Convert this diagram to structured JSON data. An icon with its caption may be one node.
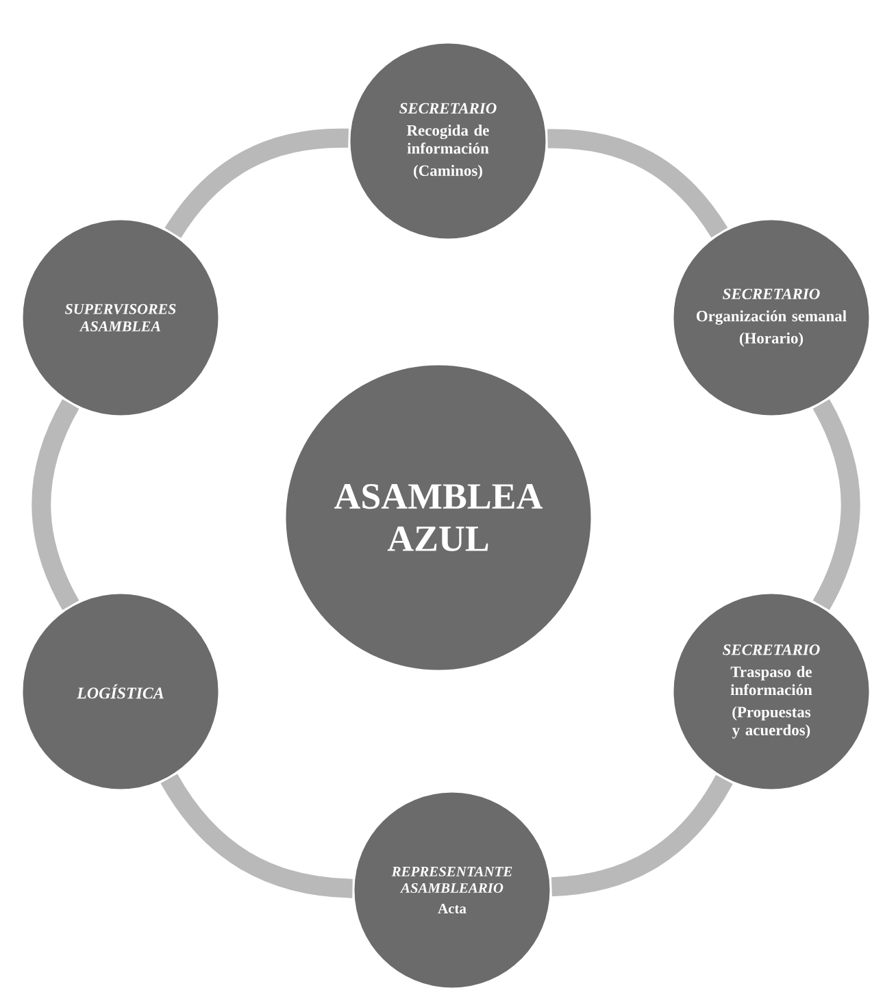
{
  "diagram": {
    "nodes": [
      {
        "text": [
          "SECRETARIO",
          "Recogida de información",
          "(Caminos)"
        ]
      },
      {
        "text": [
          "SECRETARIO",
          "Organización semanal",
          "(Horario)"
        ]
      },
      {
        "text": [
          "SECRETARIO",
          "Traspaso de información",
          "(Propuestas y acuerdos)"
        ]
      },
      {
        "text": [
          "REPRESENTANTE ASAMBLEARIO",
          "Acta"
        ]
      },
      {
        "text": [
          "LOGÍSTICA"
        ]
      },
      {
        "text": [
          "SUPERVISORES ASAMBLEA"
        ]
      },
      {
        "text": [
          "ASAMBLEA AZUL"
        ]
      }
    ],
    "edges": [
      {
        "from": 0,
        "to": 1,
        "arrow": "none"
      },
      {
        "from": 1,
        "to": 2,
        "arrow": "none"
      },
      {
        "from": 2,
        "to": 3,
        "arrow": "none"
      },
      {
        "from": 3,
        "to": 4,
        "arrow": "none"
      },
      {
        "from": 4,
        "to": 5,
        "arrow": "none"
      },
      {
        "from": 5,
        "to": 0,
        "arrow": "none"
      }
    ]
  }
}
